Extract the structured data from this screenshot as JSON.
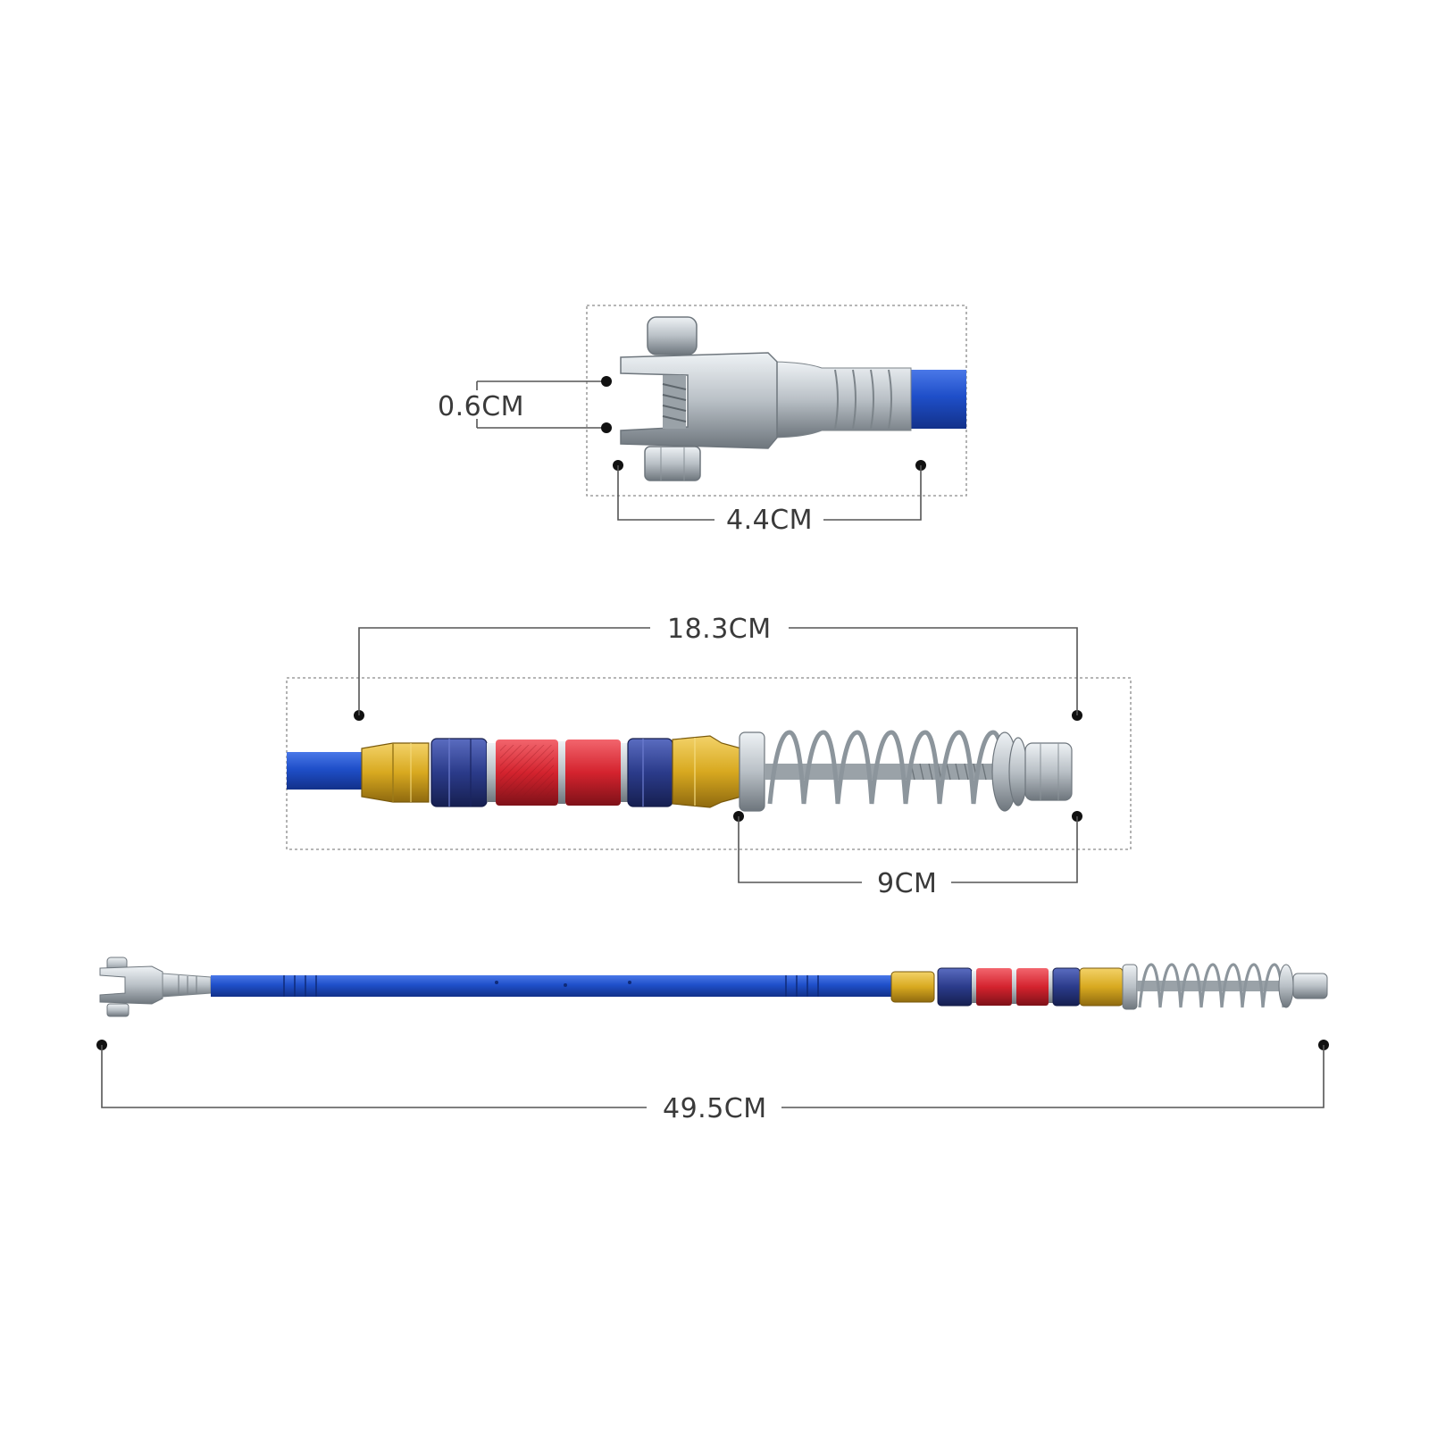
{
  "dimensions": {
    "clevis_pin_gap": "0.6CM",
    "clevis_length": "4.4CM",
    "adjuster_length": "18.3CM",
    "spring_length": "9CM",
    "total_length": "49.5CM"
  },
  "colors": {
    "rod_blue": "#1f4fc9",
    "nut_gold": "#d8a920",
    "nut_navy": "#2b3b8a",
    "sleeve_red": "#d4232e",
    "steel": "#b9c0c6",
    "spring": "#9aa3aa"
  }
}
